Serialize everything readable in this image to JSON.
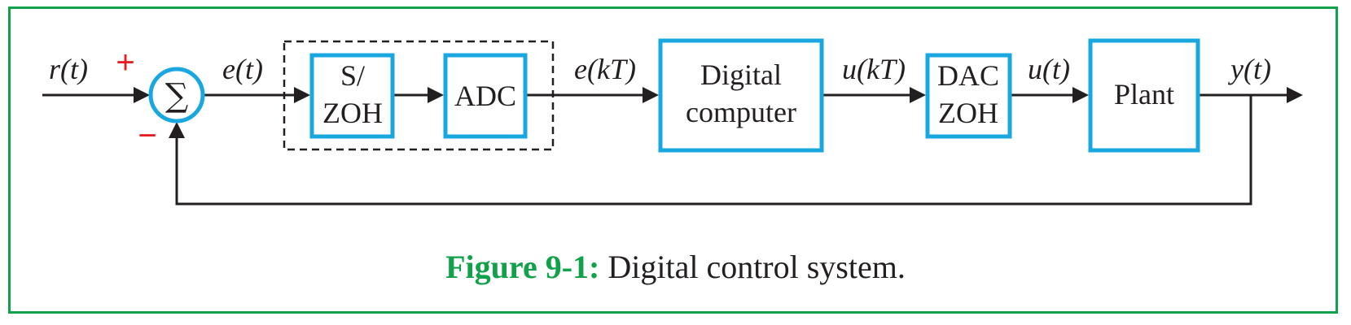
{
  "colors": {
    "frame": "#10a14a",
    "block_outline": "#1aa7e0",
    "wire": "#231f20",
    "sign": "#e31e24",
    "caption_label": "#10a14a"
  },
  "signals": {
    "r": "r(t)",
    "e": "e(t)",
    "ekT": "e(kT)",
    "ukT": "u(kT)",
    "u": "u(t)",
    "y": "y(t)"
  },
  "summing_junction": {
    "symbol": "∑",
    "plus_sign": "+",
    "minus_sign": "−"
  },
  "blocks": {
    "sampler": {
      "line1": "S/",
      "line2": "ZOH"
    },
    "adc": {
      "label": "ADC"
    },
    "computer": {
      "line1": "Digital",
      "line2": "computer"
    },
    "dac": {
      "line1": "DAC",
      "line2": "ZOH"
    },
    "plant": {
      "label": "Plant"
    }
  },
  "caption": {
    "label": "Figure 9-1:",
    "text": " Digital control system."
  }
}
